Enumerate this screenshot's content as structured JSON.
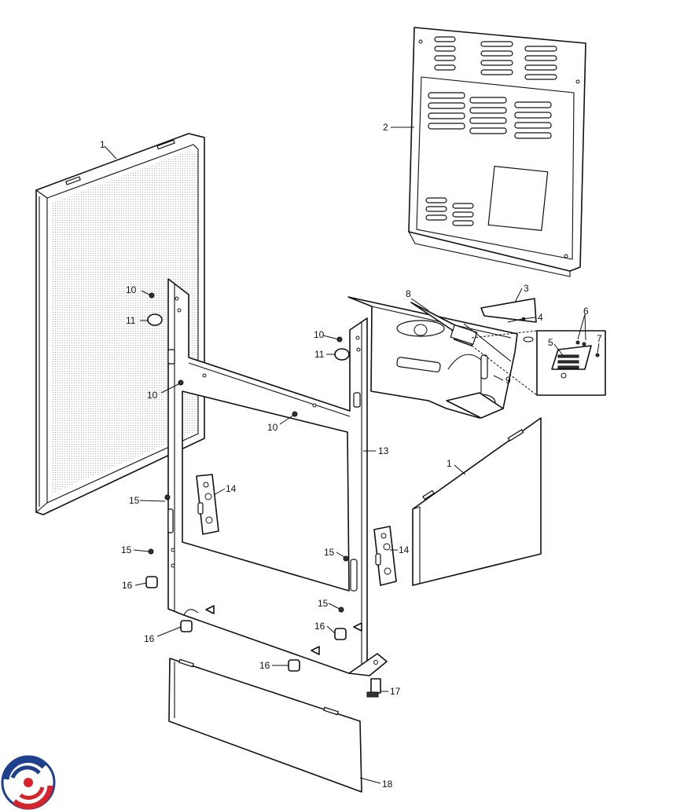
{
  "diagram": {
    "callouts": {
      "c1a": "1",
      "c1b": "1",
      "c2": "2",
      "c3": "3",
      "c4": "4",
      "c5": "5",
      "c6": "6",
      "c7": "7",
      "c8": "8",
      "c9": "9",
      "c10a": "10",
      "c10b": "10",
      "c10c": "10",
      "c10d": "10",
      "c11a": "11",
      "c11b": "11",
      "c13": "13",
      "c14a": "14",
      "c14b": "14",
      "c15a": "15",
      "c15b": "15",
      "c15c": "15",
      "c15d": "15",
      "c16a": "16",
      "c16b": "16",
      "c16c": "16",
      "c16d": "16",
      "c17": "17",
      "c18": "18"
    }
  },
  "logo": {
    "icon": "brand-swirl-logo",
    "colors": [
      "#1f3f8f",
      "#d8232a"
    ]
  }
}
